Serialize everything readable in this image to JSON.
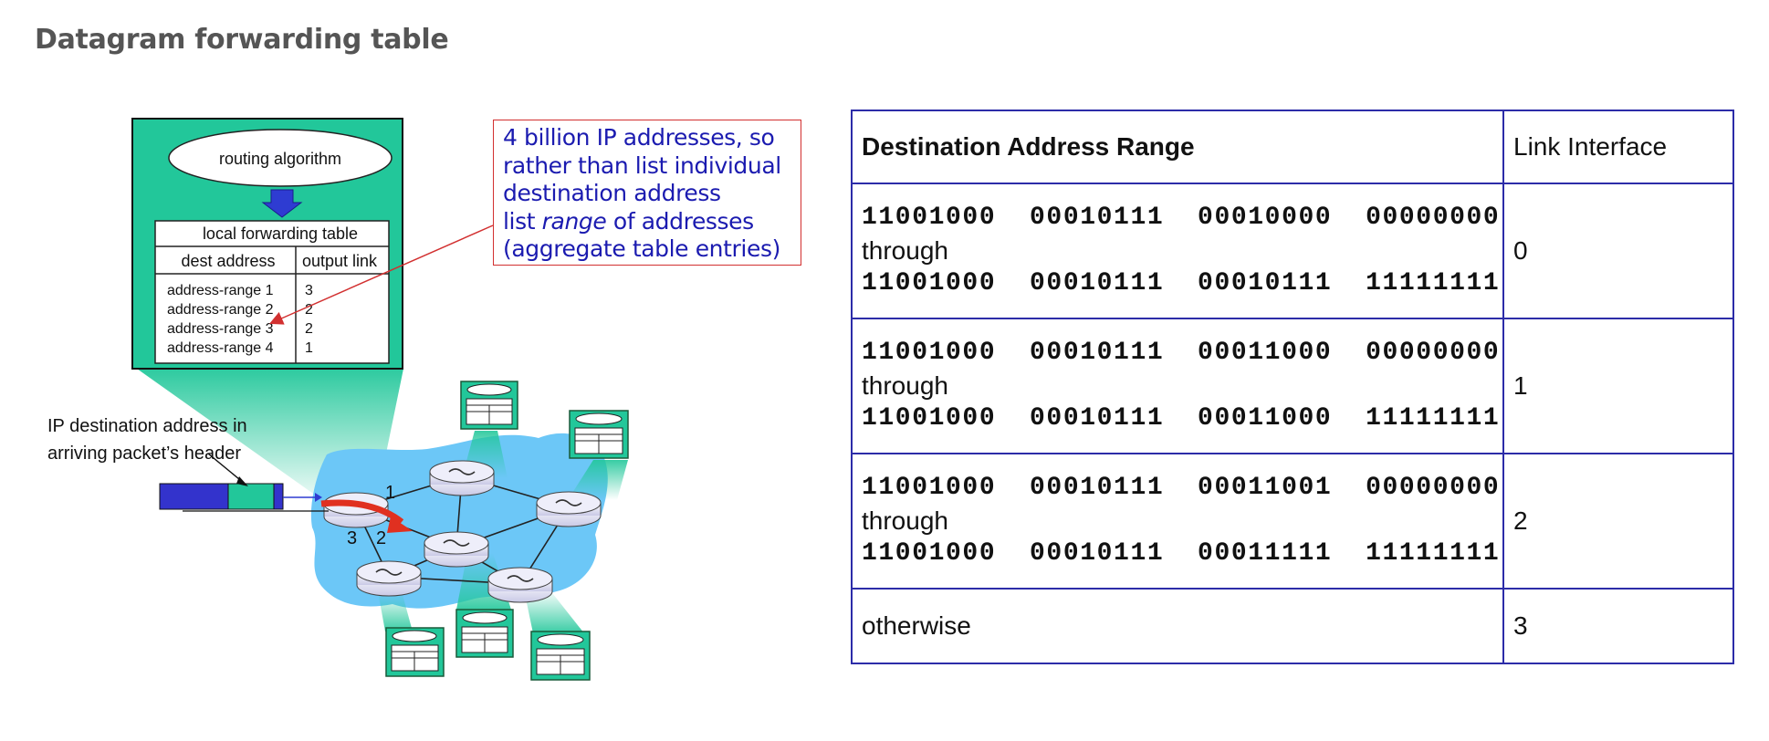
{
  "page": {
    "title": "Datagram forwarding table"
  },
  "diagram": {
    "routing_box": {
      "algorithm_label": "routing algorithm",
      "table_title": "local forwarding table",
      "col_dest": "dest address",
      "col_link": "output  link",
      "entries": [
        {
          "range": "address-range 1",
          "link": "3"
        },
        {
          "range": "address-range 2",
          "link": "2"
        },
        {
          "range": "address-range 3",
          "link": "2"
        },
        {
          "range": "address-range 4",
          "link": "1"
        }
      ]
    },
    "callout": {
      "line1": "4 billion IP addresses, so",
      "line2": "rather than list individual",
      "line3": "destination address",
      "line4_pre": "list ",
      "line4_em": "range",
      "line4_post": " of addresses",
      "line5": "(aggregate table entries)"
    },
    "packet_caption": {
      "line1": "IP destination address in",
      "line2": "arriving packet’s header"
    },
    "link_labels": [
      "1",
      "2",
      "3"
    ]
  },
  "table": {
    "header_range": "Destination Address Range",
    "header_link": "Link Interface",
    "through": "through",
    "rows": [
      {
        "from": "11001000  00010111  00010000  00000000",
        "to": "11001000  00010111  00010111  11111111",
        "link": "0"
      },
      {
        "from": "11001000  00010111  00011000  00000000",
        "to": "11001000  00010111  00011000  11111111",
        "link": "1"
      },
      {
        "from": "11001000  00010111  00011001  00000000",
        "to": "11001000  00010111  00011111  11111111",
        "link": "2"
      }
    ],
    "otherwise_label": "otherwise",
    "otherwise_link": "3"
  },
  "colors": {
    "router_box": "#22c79a",
    "cloud": "#6cc7f7",
    "table_border": "#2c2ca8",
    "callout_text": "#1b1bb0",
    "callout_border": "#d23030",
    "packet_blue": "#3333cc",
    "arrow_red": "#e03020"
  }
}
